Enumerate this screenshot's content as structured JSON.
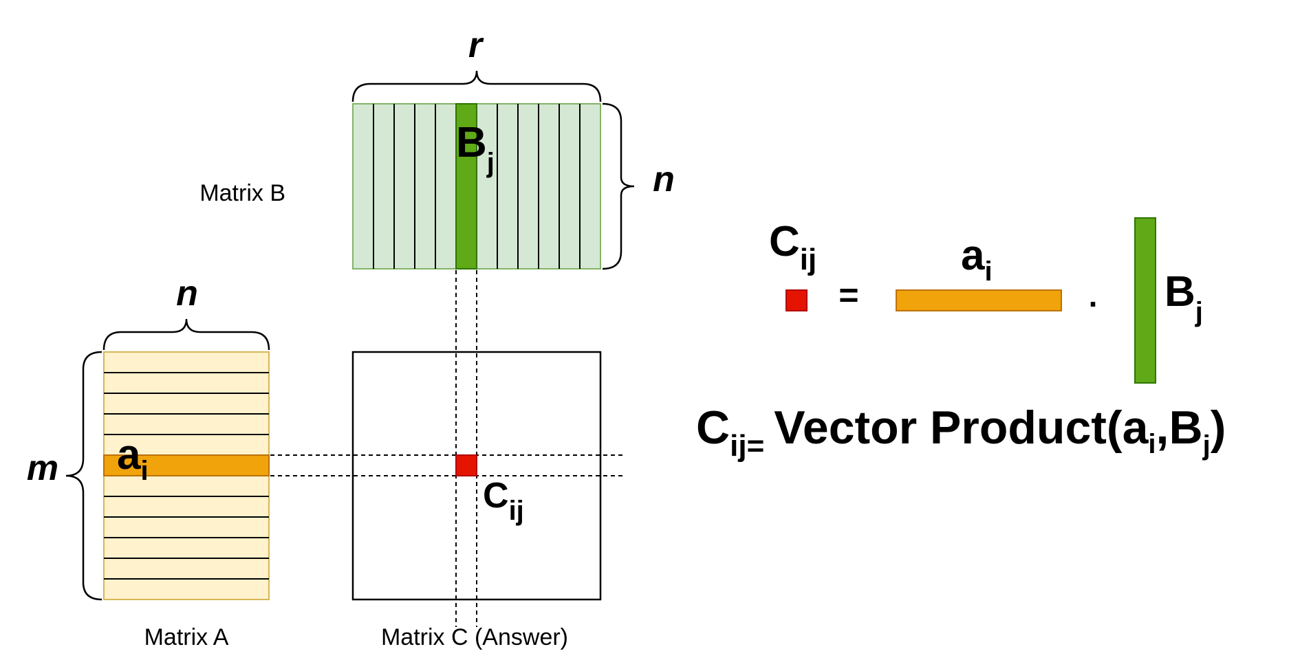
{
  "colors": {
    "b_fill": "#d5e8d4",
    "b_stroke": "#82b366",
    "b_col": "#60a917",
    "b_col_stroke": "#2d7600",
    "a_fill": "#fff2cc",
    "a_stroke": "#d6b656",
    "a_row": "#f0a30a",
    "a_row_stroke": "#bd7000",
    "c_cell": "#e51400",
    "c_cell_stroke": "#b20000"
  },
  "matrix_b": {
    "label": "Matrix B",
    "width_var": "r",
    "height_var": "n",
    "col": {
      "base": "B",
      "sub": "j"
    }
  },
  "matrix_a": {
    "label": "Matrix A",
    "width_var": "n",
    "height_var": "m",
    "row": {
      "base": "a",
      "sub": "i"
    }
  },
  "matrix_c": {
    "label": "Matrix C (Answer)",
    "cell": {
      "base": "C",
      "sub": "ij"
    }
  },
  "diagram_eq": {
    "lhs": {
      "base": "C",
      "sub": "ij"
    },
    "equals": "=",
    "a": {
      "base": "a",
      "sub": "i"
    },
    "dot": ".",
    "b": {
      "base": "B",
      "sub": "j"
    }
  },
  "formula": {
    "lhs_base": "C",
    "lhs_sub": "ij",
    "equals": "=",
    "func": "Vector Product(",
    "a_base": "a",
    "a_sub": "i",
    "comma": ",",
    "b_base": "B",
    "b_sub": "j",
    "close": ")"
  }
}
